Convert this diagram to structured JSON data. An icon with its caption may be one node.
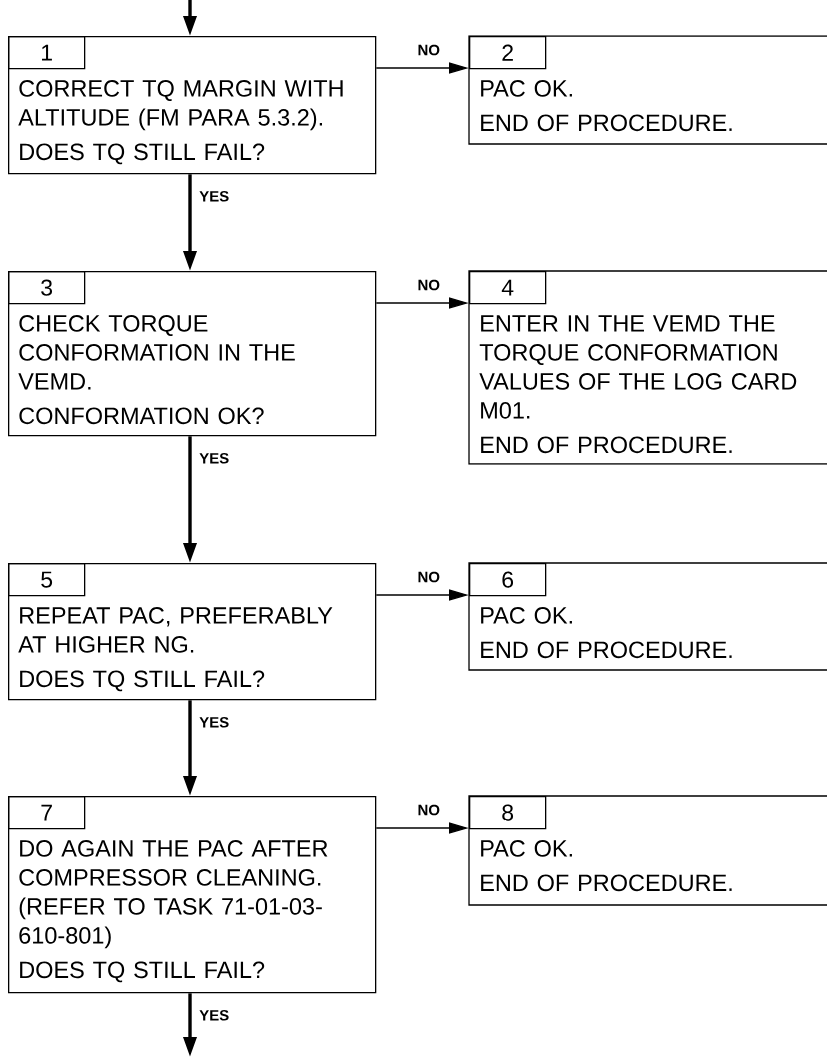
{
  "diagram": {
    "nodes": [
      {
        "text": [
          "1",
          "CORRECT TQ MARGIN WITH ALTITUDE (FM PARA 5.3.2).",
          "DOES TQ STILL FAIL?"
        ]
      },
      {
        "text": [
          "2",
          "PAC OK.",
          "END OF PROCEDURE."
        ]
      },
      {
        "text": [
          "3",
          "CHECK TORQUE CONFORMATION IN THE VEMD.",
          "CONFORMATION OK?"
        ]
      },
      {
        "text": [
          "4",
          "ENTER IN THE VEMD THE TORQUE CONFORMATION VALUES OF THE LOG CARD M01.",
          "END OF PROCEDURE."
        ]
      },
      {
        "text": [
          "5",
          "REPEAT PAC, PREFERABLY AT HIGHER NG.",
          "DOES TQ STILL FAIL?"
        ]
      },
      {
        "text": [
          "6",
          "PAC OK.",
          "END OF PROCEDURE."
        ]
      },
      {
        "text": [
          "7",
          "DO AGAIN THE PAC AFTER COMPRESSOR CLEANING. (REFER TO TASK 71-01-03-610-801)",
          "DOES TQ STILL FAIL?"
        ]
      },
      {
        "text": [
          "8",
          "PAC OK.",
          "END OF PROCEDURE."
        ]
      }
    ],
    "edges": [
      {
        "from": null,
        "to": 0,
        "arrow": "to"
      },
      {
        "from": 0,
        "to": 1,
        "arrow": "to",
        "label": "NO"
      },
      {
        "from": 0,
        "to": 2,
        "arrow": "to",
        "label": "YES"
      },
      {
        "from": 2,
        "to": 3,
        "arrow": "to",
        "label": "NO"
      },
      {
        "from": 2,
        "to": 4,
        "arrow": "to",
        "label": "YES"
      },
      {
        "from": 4,
        "to": 5,
        "arrow": "to",
        "label": "NO"
      },
      {
        "from": 4,
        "to": 6,
        "arrow": "to",
        "label": "YES"
      },
      {
        "from": 6,
        "to": 7,
        "arrow": "to",
        "label": "NO"
      },
      {
        "from": 6,
        "to": null,
        "arrow": "to",
        "label": "YES"
      }
    ]
  }
}
